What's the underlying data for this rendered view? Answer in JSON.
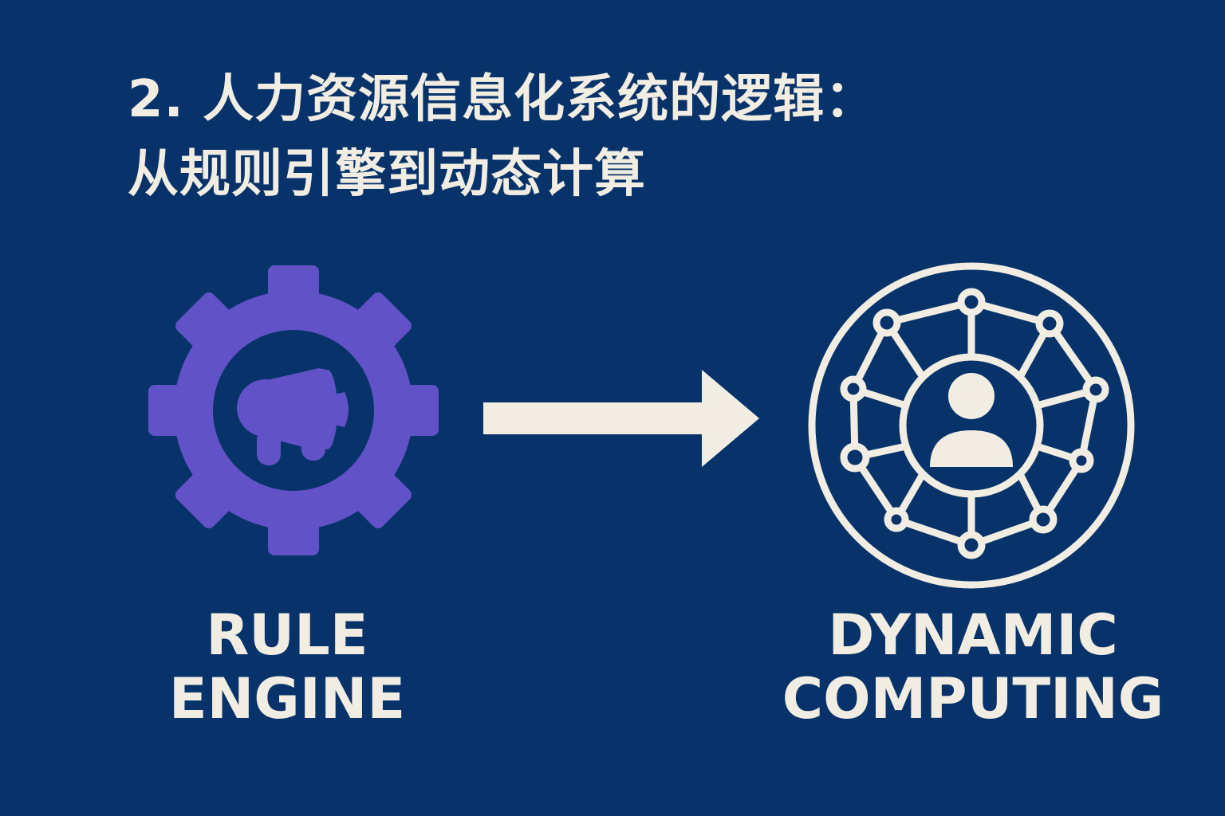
{
  "title": {
    "line1": "2. 人力资源信息化系统的逻辑：",
    "line2": "从规则引擎到动态计算"
  },
  "left": {
    "label_line1": "RULE",
    "label_line2": "ENGINE",
    "icon": "gear-megaphone-icon"
  },
  "right": {
    "label_line1": "DYNAMIC",
    "label_line2": "COMPUTING",
    "icon": "person-network-icon"
  },
  "connector": {
    "icon": "arrow-right-icon"
  },
  "colors": {
    "background": "#07336a",
    "foreground": "#f1ede2",
    "accent": "#6252c8"
  }
}
